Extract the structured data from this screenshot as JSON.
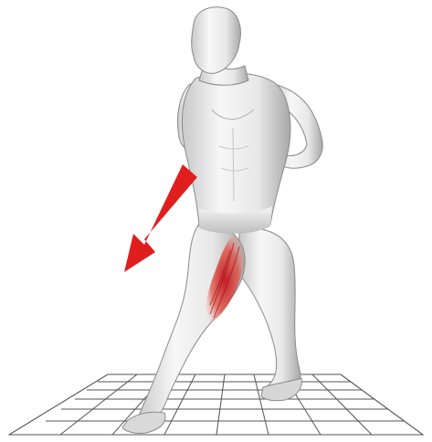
{
  "scene": {
    "figure": "human-figure-lunge",
    "highlighted_muscle": "inner-thigh-adductor",
    "direction_indicator": "arrow-down-left",
    "floor": "perspective-grid"
  },
  "colors": {
    "background": "#ffffff",
    "skin_light": "#f4f4f4",
    "skin_shadow": "#9a9a9a",
    "muscle_highlight": "#d8322a",
    "arrow": "#e01e1e",
    "grid_line": "#555555"
  }
}
